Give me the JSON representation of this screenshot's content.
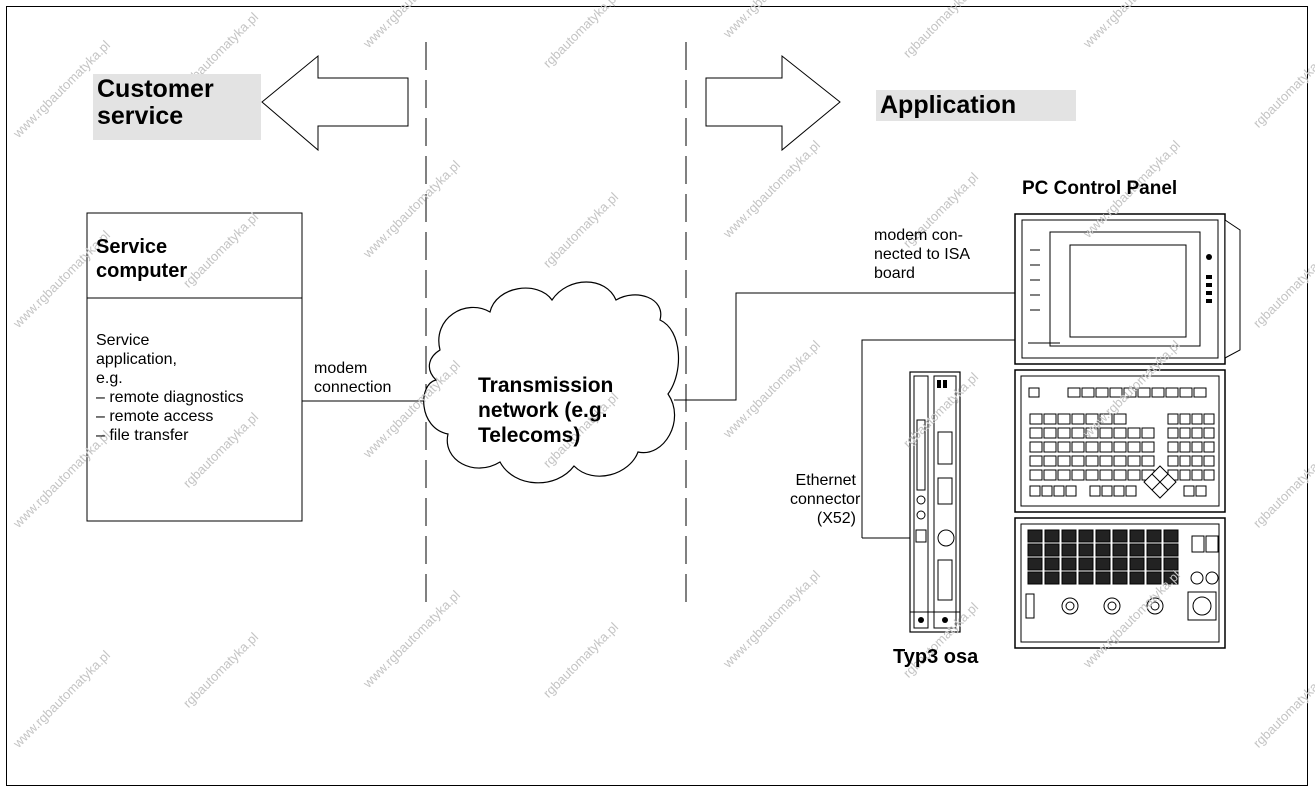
{
  "headers": {
    "customer_service": "Customer service",
    "customer_service_line1": "Customer",
    "customer_service_line2": "service",
    "application": "Application"
  },
  "service_computer": {
    "title_line1": "Service",
    "title_line2": "computer",
    "body_lines": [
      "Service",
      "application,",
      "e.g.",
      "– remote diagnostics",
      "– remote access",
      "– file transfer"
    ]
  },
  "links": {
    "modem_connection_line1": "modem",
    "modem_connection_line2": "connection",
    "modem_isa_lines": [
      "modem con-",
      "nected to ISA",
      "board"
    ],
    "ethernet_lines": [
      "Ethernet",
      "connector",
      "(X52)"
    ]
  },
  "network": {
    "line1": "Transmission",
    "line2": "network (e.g.",
    "line3": "Telecoms)"
  },
  "devices": {
    "pc_control_panel": "PC Control Panel",
    "typ3_osa": "Typ3 osa"
  },
  "watermarks": [
    "www.rgbautomatyka.pl",
    "rgbautomatyka.pl"
  ]
}
